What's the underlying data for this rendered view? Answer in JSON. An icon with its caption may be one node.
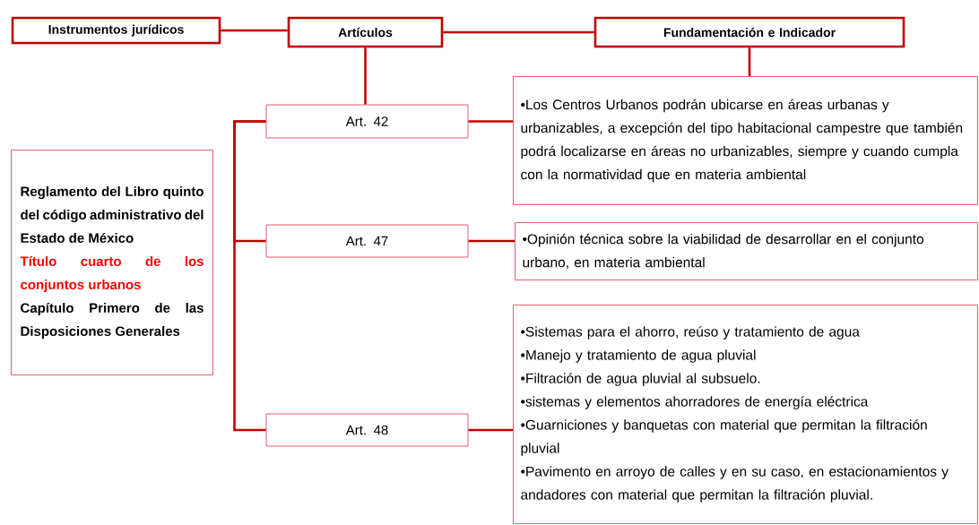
{
  "diagram": {
    "nodes": [
      {
        "text": [
          "Instrumentos jurídicos"
        ]
      },
      {
        "text": [
          "Artículos"
        ]
      },
      {
        "text": [
          "Fundamentación e Indicador"
        ]
      },
      {
        "text": [
          "Reglamento del Libro quinto del código administrativo del Estado de México",
          "Título cuarto de los conjuntos urbanos",
          "Capítulo Primero de las Disposiciones Generales"
        ]
      },
      {
        "text": [
          "Art. 42"
        ]
      },
      {
        "text": [
          "Art.  47"
        ]
      },
      {
        "text": [
          "Art.  48"
        ]
      },
      {
        "text": [
          "•Los Centros Urbanos podrán ubicarse en áreas urbanas y urbanizables, a excepción del tipo habitacional campestre que también podrá localizarse en áreas no urbanizables, siempre y cuando cumpla con la normatividad que en materia ambiental"
        ]
      },
      {
        "text": [
          "•Opinión técnica sobre la viabilidad de desarrollar en el conjunto urbano, en materia ambiental"
        ]
      },
      {
        "text": [
          "•Sistemas para el ahorro, reúso y tratamiento de agua",
          "•Manejo y tratamiento de agua pluvial",
          "•Filtración de agua pluvial al subsuelo.",
          "•sistemas y elementos ahorradores de energía eléctrica",
          "•Guarniciones y banquetas con material que permitan la filtración pluvial",
          "•Pavimento en arroyo de calles y en su caso, en estacionamientos y andadores con material que permitan la filtración pluvial."
        ]
      }
    ],
    "edges": [
      {
        "from": 0,
        "to": 1,
        "arrow": "none"
      },
      {
        "from": 1,
        "to": 2,
        "arrow": "none"
      },
      {
        "from": 1,
        "to": 4,
        "arrow": "none"
      },
      {
        "from": 2,
        "to": 7,
        "arrow": "none"
      },
      {
        "from": 4,
        "to": 5,
        "arrow": "none"
      },
      {
        "from": 4,
        "to": 6,
        "arrow": "none"
      },
      {
        "from": 4,
        "to": 7,
        "arrow": "none"
      },
      {
        "from": 5,
        "to": 8,
        "arrow": "none"
      },
      {
        "from": 6,
        "to": 9,
        "arrow": "none"
      }
    ]
  }
}
